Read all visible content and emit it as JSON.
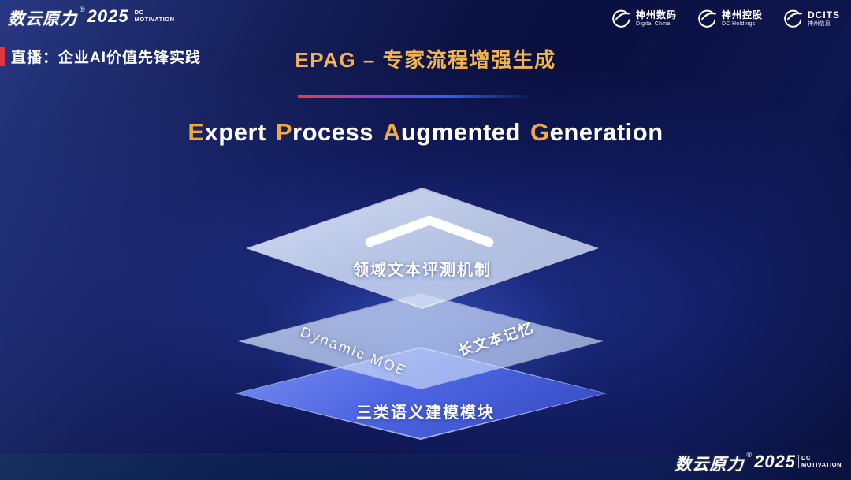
{
  "brand": {
    "name": "数云原力",
    "reg": "®",
    "year": "2025",
    "sub_line1": "DC",
    "sub_line2": "MOTIVATION"
  },
  "header": {
    "live_text": "直播：企业AI价值先锋实践",
    "epag_title": "EPAG – 专家流程增强生成",
    "partners": [
      {
        "line1": "神州数码",
        "line2": "Digital China"
      },
      {
        "line1": "神州控股",
        "line2": "DC Holdings"
      },
      {
        "line1": "DCITS",
        "line2": "神州信息"
      }
    ]
  },
  "main": {
    "title": {
      "words": [
        {
          "initial": "E",
          "rest": "xpert"
        },
        {
          "initial": "P",
          "rest": "rocess"
        },
        {
          "initial": "A",
          "rest": "ugmented"
        },
        {
          "initial": "G",
          "rest": "eneration"
        }
      ]
    },
    "diagram": {
      "top_layer_label": "领域文本评测机制",
      "middle_layer_label_left": "Dynamic MOE",
      "middle_layer_label_right": "长文本记忆",
      "bottom_layer_label": "三类语义建模模块"
    }
  },
  "colors": {
    "accent_gold": "#f2b44f",
    "accent_red": "#e8323e",
    "background_navy": "#0c1650",
    "layer_blue": "#4e66e2"
  }
}
